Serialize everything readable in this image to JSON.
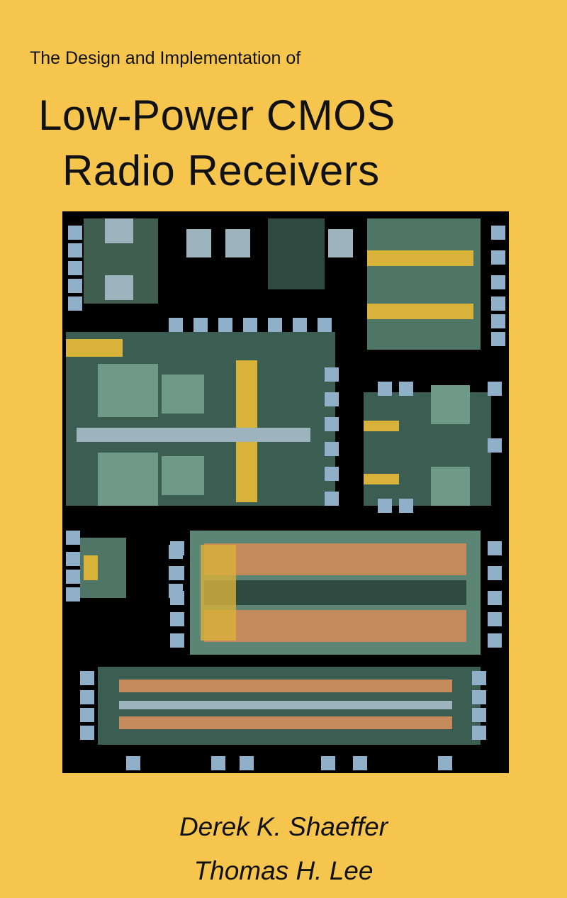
{
  "cover": {
    "subtitle": "The Design and Implementation of",
    "title_line1": "Low-Power CMOS",
    "title_line2": "Radio Receivers",
    "authors": [
      "Derek K. Shaeffer",
      "Thomas H. Lee"
    ]
  },
  "colors": {
    "background": "#f6c54d",
    "die": "#000000",
    "pad": "#8fb0c8",
    "metal": "#6f9a88",
    "gold": "#d9b23a"
  }
}
